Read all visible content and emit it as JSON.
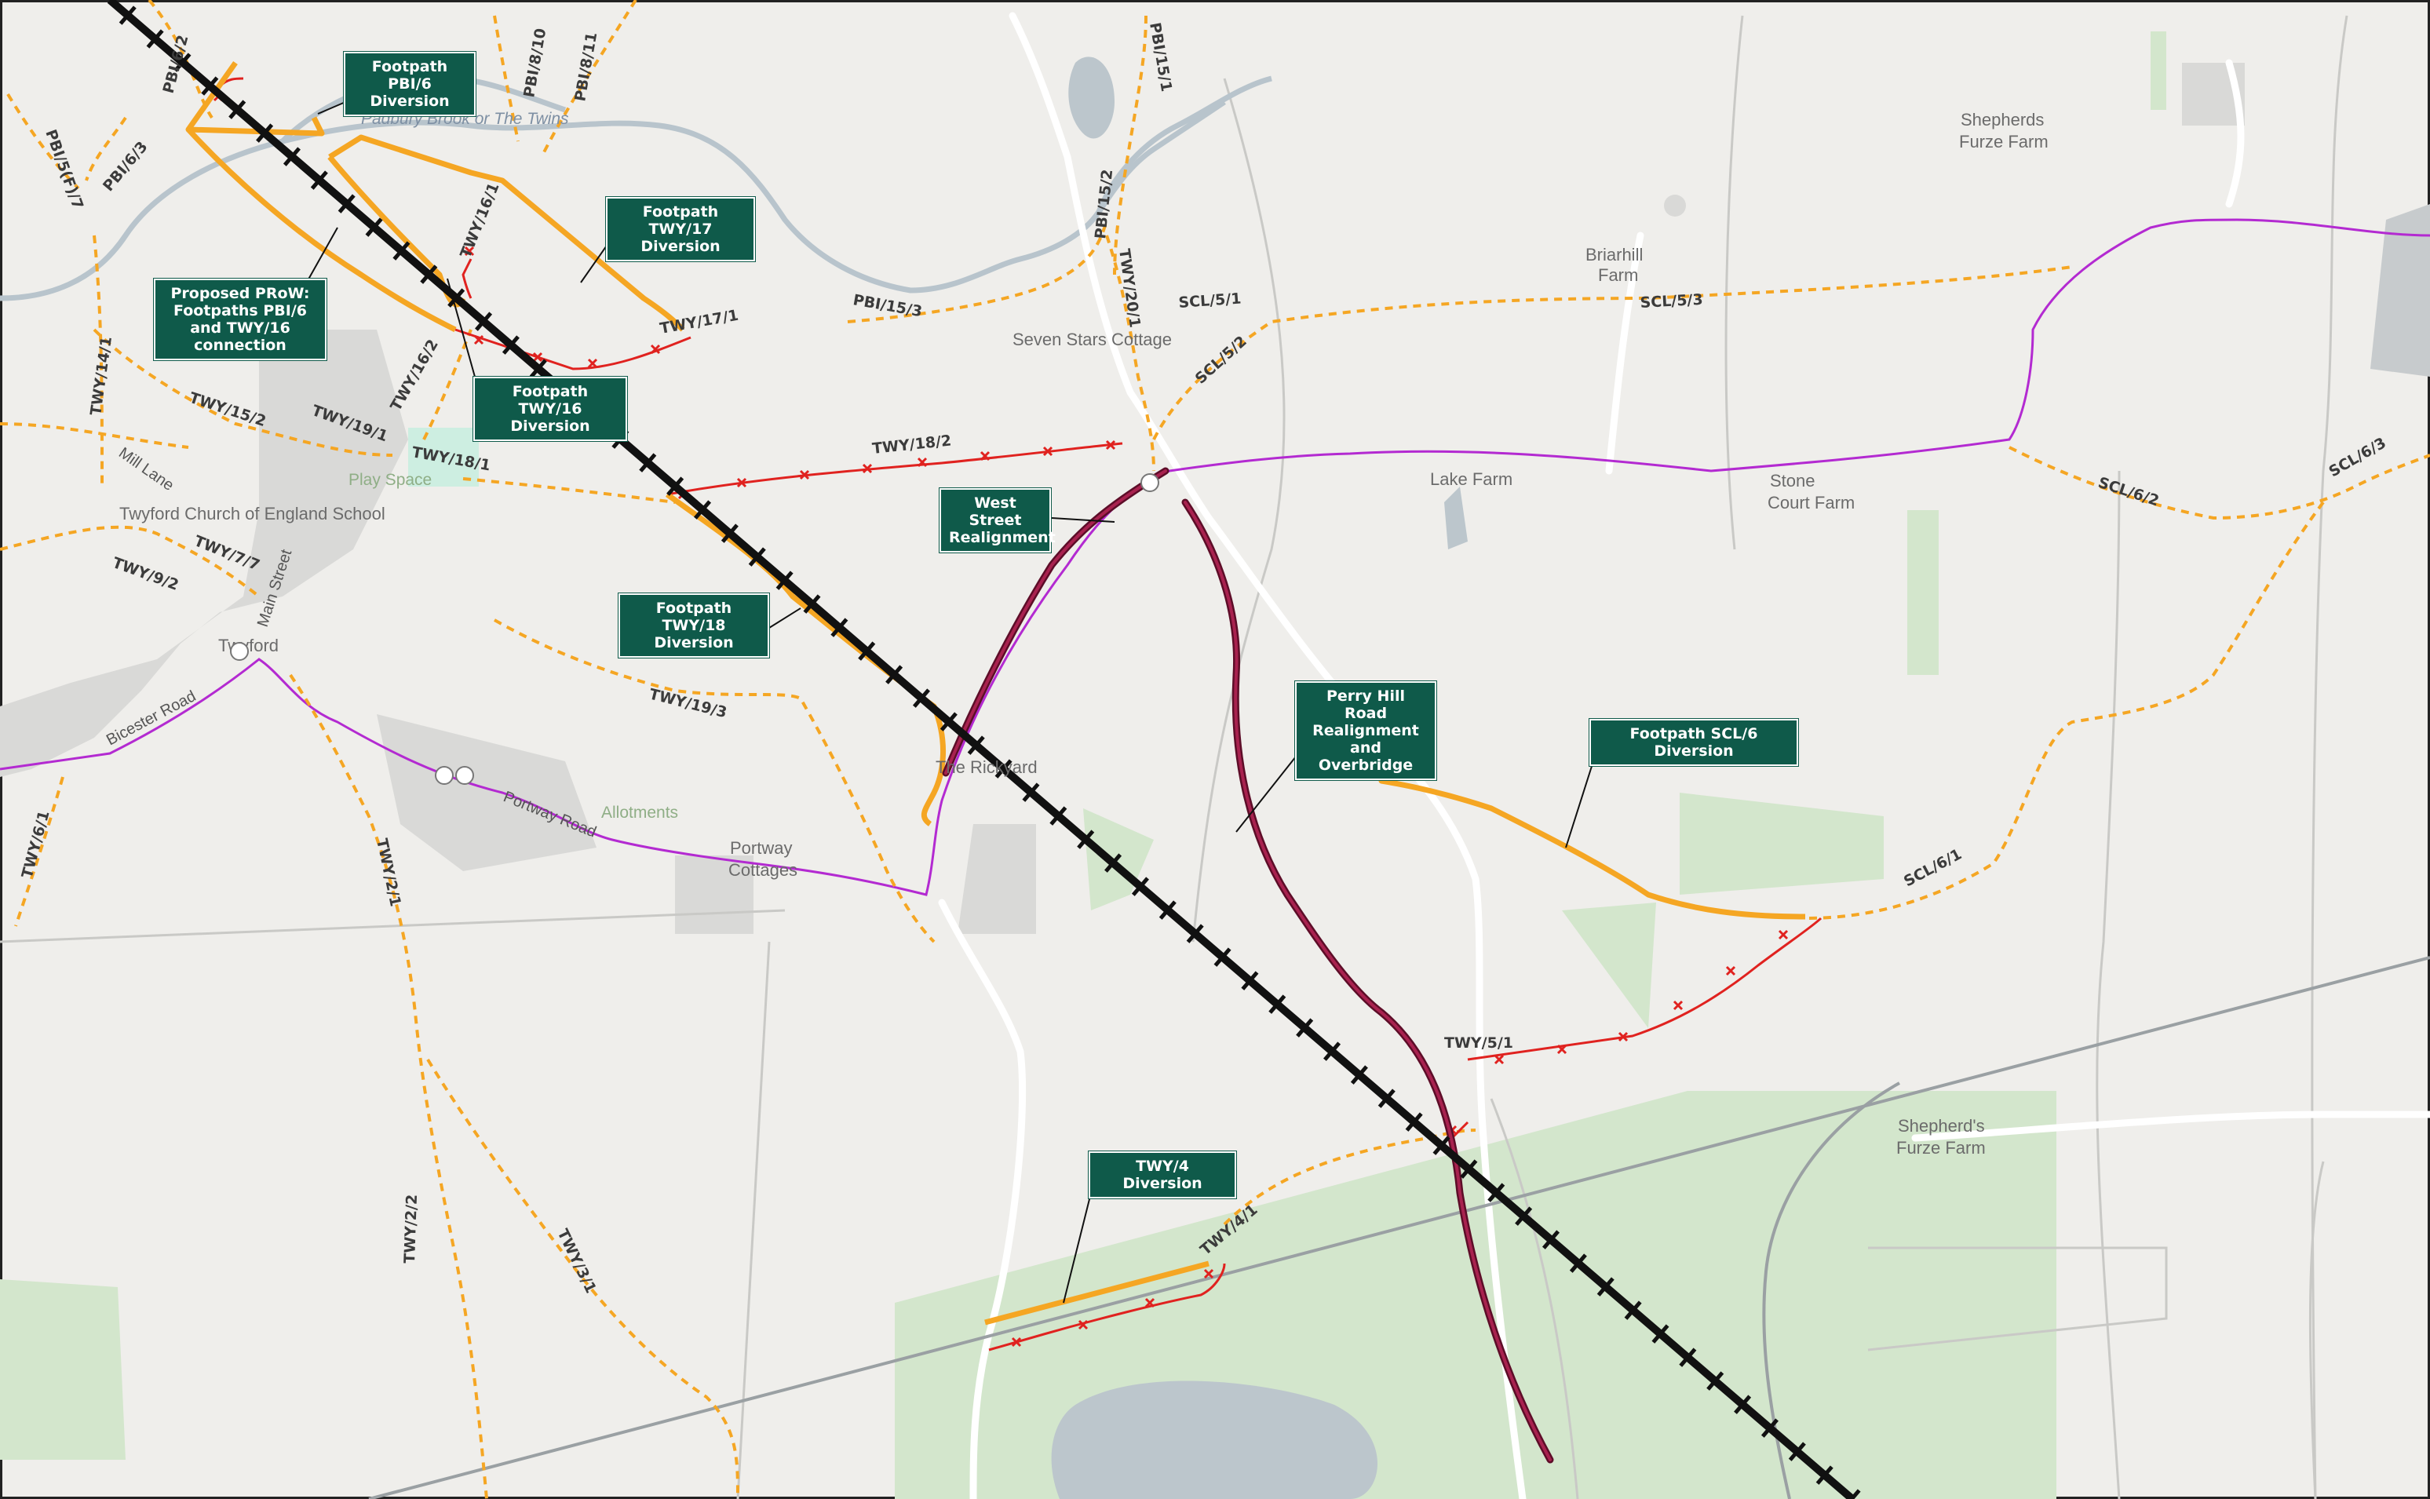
{
  "callouts": {
    "pbi6": "Footpath PBI/6 Diversion",
    "twy17": "Footpath TWY/17 Diversion",
    "proposed": "Proposed PRoW: Footpaths PBI/6 and TWY/16 connection",
    "twy16": "Footpath TWY/16 Diversion",
    "west_street": "West Street Realignment",
    "twy18": "Footpath TWY/18 Diversion",
    "perry_hill": "Perry Hill Road Realignment and Overbridge",
    "scl6": "Footpath SCL/6 Diversion",
    "twy4": "TWY/4 Diversion"
  },
  "places": {
    "padbury_brook": "Padbury Brook or The Twins",
    "seven_stars": "Seven Stars Cottage",
    "play_space": "Play Space",
    "church_school": "Twyford Church of England School",
    "twyford": "Twyford",
    "the_rickyard": "The Rickyard",
    "allotments": "Allotments",
    "portway_cottages_1": "Portway",
    "portway_cottages_2": "Cottages",
    "lake_farm": "Lake Farm",
    "stone_court_1": "Stone",
    "stone_court_2": "Court Farm",
    "briarhill_1": "Briarhill",
    "briarhill_2": "Farm",
    "shepherds_furze_1": "Shepherds",
    "shepherds_furze_2": "Furze Farm",
    "shepherds_furze_b_1": "Shepherd's",
    "shepherds_furze_b_2": "Furze Farm"
  },
  "roads": {
    "bicester_road": "Bicester Road",
    "portway_road": "Portway Road",
    "main_street": "Main Street",
    "mill_lane": "Mill Lane"
  },
  "prow": {
    "pbi_6_2": "PBI/6/2",
    "pbi_8_10": "PBI/8/10",
    "pbi_8_11": "PBI/8/11",
    "pbi_15_1": "PBI/15/1",
    "pbi_5_f_7": "PBI/5(F)/7",
    "pbi_6_3": "PBI/6/3",
    "twy_16_1": "TWY/16/1",
    "pbi_15_2": "PBI/15/2",
    "twy_20_1": "TWY/20/1",
    "pbi_15_3": "PBI/15/3",
    "twy_17_1": "TWY/17/1",
    "scl_5_1": "SCL/5/1",
    "scl_5_3": "SCL/5/3",
    "scl_5_2": "SCL/5/2",
    "twy_14_1": "TWY/14/1",
    "twy_16_2": "TWY/16/2",
    "twy_15_2": "TWY/15/2",
    "twy_19_1": "TWY/19/1",
    "twy_18_1": "TWY/18/1",
    "twy_18_2": "TWY/18/2",
    "twy_7_7": "TWY/7/7",
    "twy_9_2": "TWY/9/2",
    "twy_19_3": "TWY/19/3",
    "scl_6_2": "SCL/6/2",
    "scl_6_3": "SCL/6/3",
    "twy_6_1": "TWY/6/1",
    "twy_2_1": "TWY/2/1",
    "scl_6_1": "SCL/6/1",
    "twy_5_1": "TWY/5/1",
    "twy_2_2": "TWY/2/2",
    "twy_3_1": "TWY/3/1",
    "twy_4_1": "TWY/4/1"
  },
  "colors": {
    "background": "#efeeeb",
    "railway": "#111111",
    "diversion": "#f5a623",
    "stopped_up": "#e0221f",
    "footpath": "#f5a623",
    "road_realignment": "#8a1538",
    "boundary": "#b32ad1",
    "callout_fill": "#0f5a4a",
    "water": "#b8c4cc",
    "green": "#cfe3c8"
  }
}
